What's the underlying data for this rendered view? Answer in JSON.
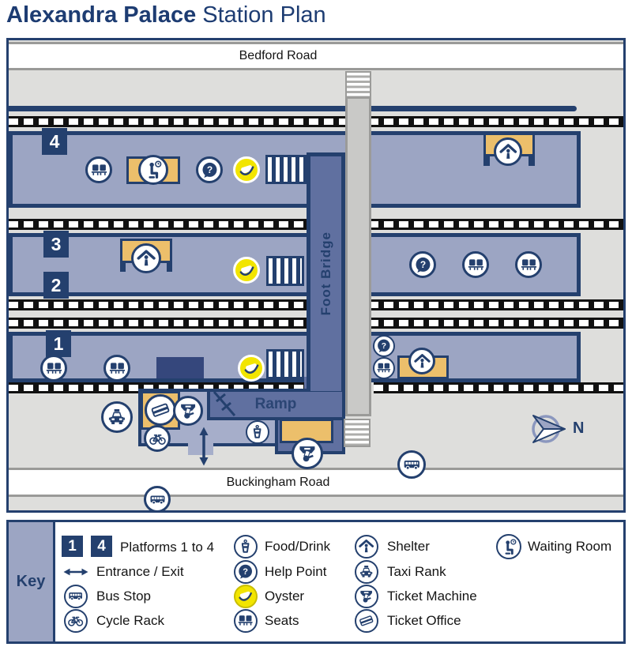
{
  "title": {
    "bold": "Alexandra Palace",
    "regular": " Station Plan"
  },
  "map": {
    "road_top": "Bedford Road",
    "road_bottom": "Buckingham Road",
    "foot_bridge": "Foot Bridge",
    "ramp": "Ramp",
    "compass_n": "N",
    "platforms": {
      "p4": "4",
      "p3": "3",
      "p2": "2",
      "p1": "1"
    }
  },
  "glyphs": {
    "help": "?"
  },
  "key": {
    "title": "Key",
    "platform_badges": [
      "1",
      "4"
    ],
    "entries": {
      "platforms": "Platforms 1 to 4",
      "entrance": "Entrance / Exit",
      "bus_stop": "Bus Stop",
      "cycle_rack": "Cycle Rack",
      "food_drink": "Food/Drink",
      "help_point": "Help Point",
      "oyster": "Oyster",
      "seats": "Seats",
      "shelter": "Shelter",
      "taxi_rank": "Taxi Rank",
      "ticket_machine": "Ticket Machine",
      "ticket_office": "Ticket Office",
      "waiting_room": "Waiting Room"
    }
  },
  "colors": {
    "navy": "#24406E",
    "platform_fill": "#9CA5C3",
    "slate_blue": "#6070A0",
    "tan": "#ECBF6B",
    "oyster_yellow": "#F2E500",
    "map_gray": "#DEDEDC",
    "road_edge": "#9A9A98"
  }
}
